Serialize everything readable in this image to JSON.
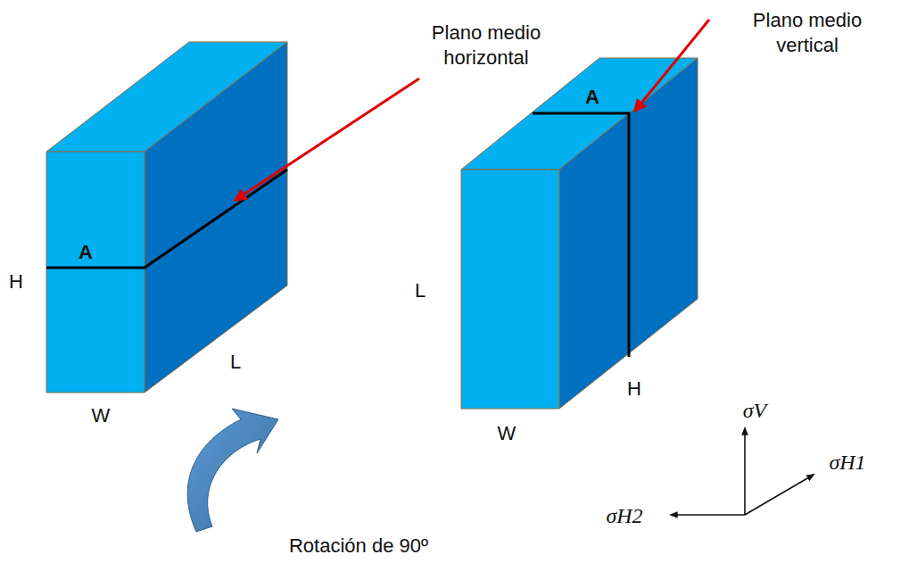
{
  "diagram": {
    "labels": [
      "Plano medio horizontal",
      "Plano medio vertical",
      "A",
      "H",
      "L",
      "W",
      "A",
      "L",
      "H",
      "W",
      "σV",
      "σH1",
      "σH2",
      "Rotación de 90º"
    ]
  }
}
